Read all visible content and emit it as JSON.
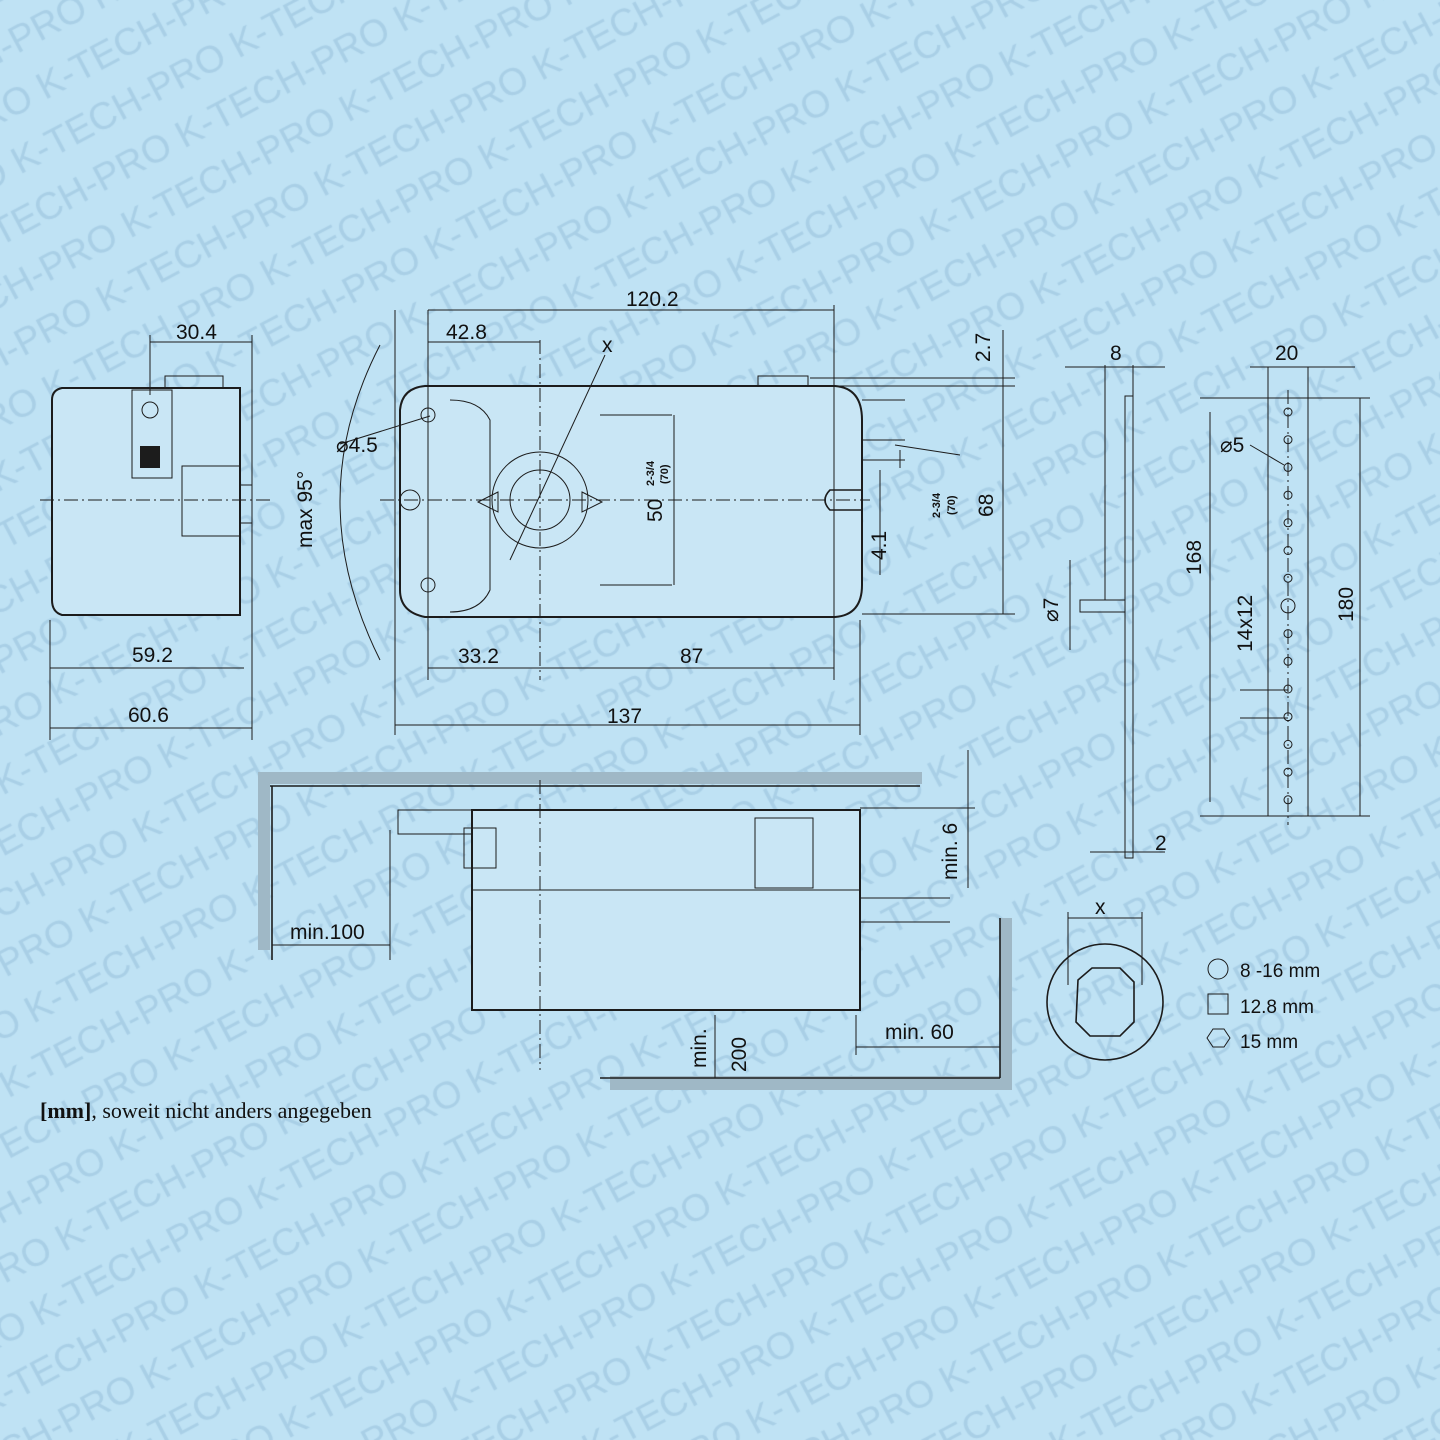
{
  "watermark": "K-TECH-PRO",
  "colors": {
    "background": "#bfe2f4",
    "line": "#1c1c1c",
    "watermark": "#a9cfe6"
  },
  "side_view": {
    "width_top": "30.4",
    "depth_1": "59.2",
    "depth_2": "60.6"
  },
  "top_view": {
    "length_total_top": "120.2",
    "offset_left": "42.8",
    "offset_top_right": "2.7",
    "axis_label": "x",
    "hole_diameter": "⌀4.5",
    "rotation": "max 95°",
    "shaft_height": "50",
    "shaft_height_in": "2-3/4",
    "shaft_height_mm": "(70)",
    "slot_in": "2-3/4",
    "slot_mm": "(70)",
    "height": "68",
    "slot_offset": "4.1",
    "bottom_left": "33.2",
    "bottom_right": "87",
    "length_total": "137"
  },
  "bracket_view": {
    "thickness_top": "8",
    "width": "20",
    "hole_diameter": "⌀5",
    "pitch_length": "168",
    "pin_diameter": "⌀7",
    "hole_pattern": "14x12",
    "length": "180",
    "plate_thickness": "2"
  },
  "mounting_view": {
    "clearance_top": "min. 6",
    "clearance_left": "min.100",
    "clearance_right": "min. 60",
    "clearance_bottom_label": "min.",
    "clearance_bottom_value": "200"
  },
  "shaft_section": {
    "axis_label": "x",
    "legend": [
      {
        "shape": "circle",
        "label": "8 -16 mm"
      },
      {
        "shape": "square",
        "label": "12.8 mm"
      },
      {
        "shape": "hexagon",
        "label": "15 mm"
      }
    ]
  },
  "footnote": {
    "unit": "[mm]",
    "text": ", soweit nicht anders angegeben"
  }
}
